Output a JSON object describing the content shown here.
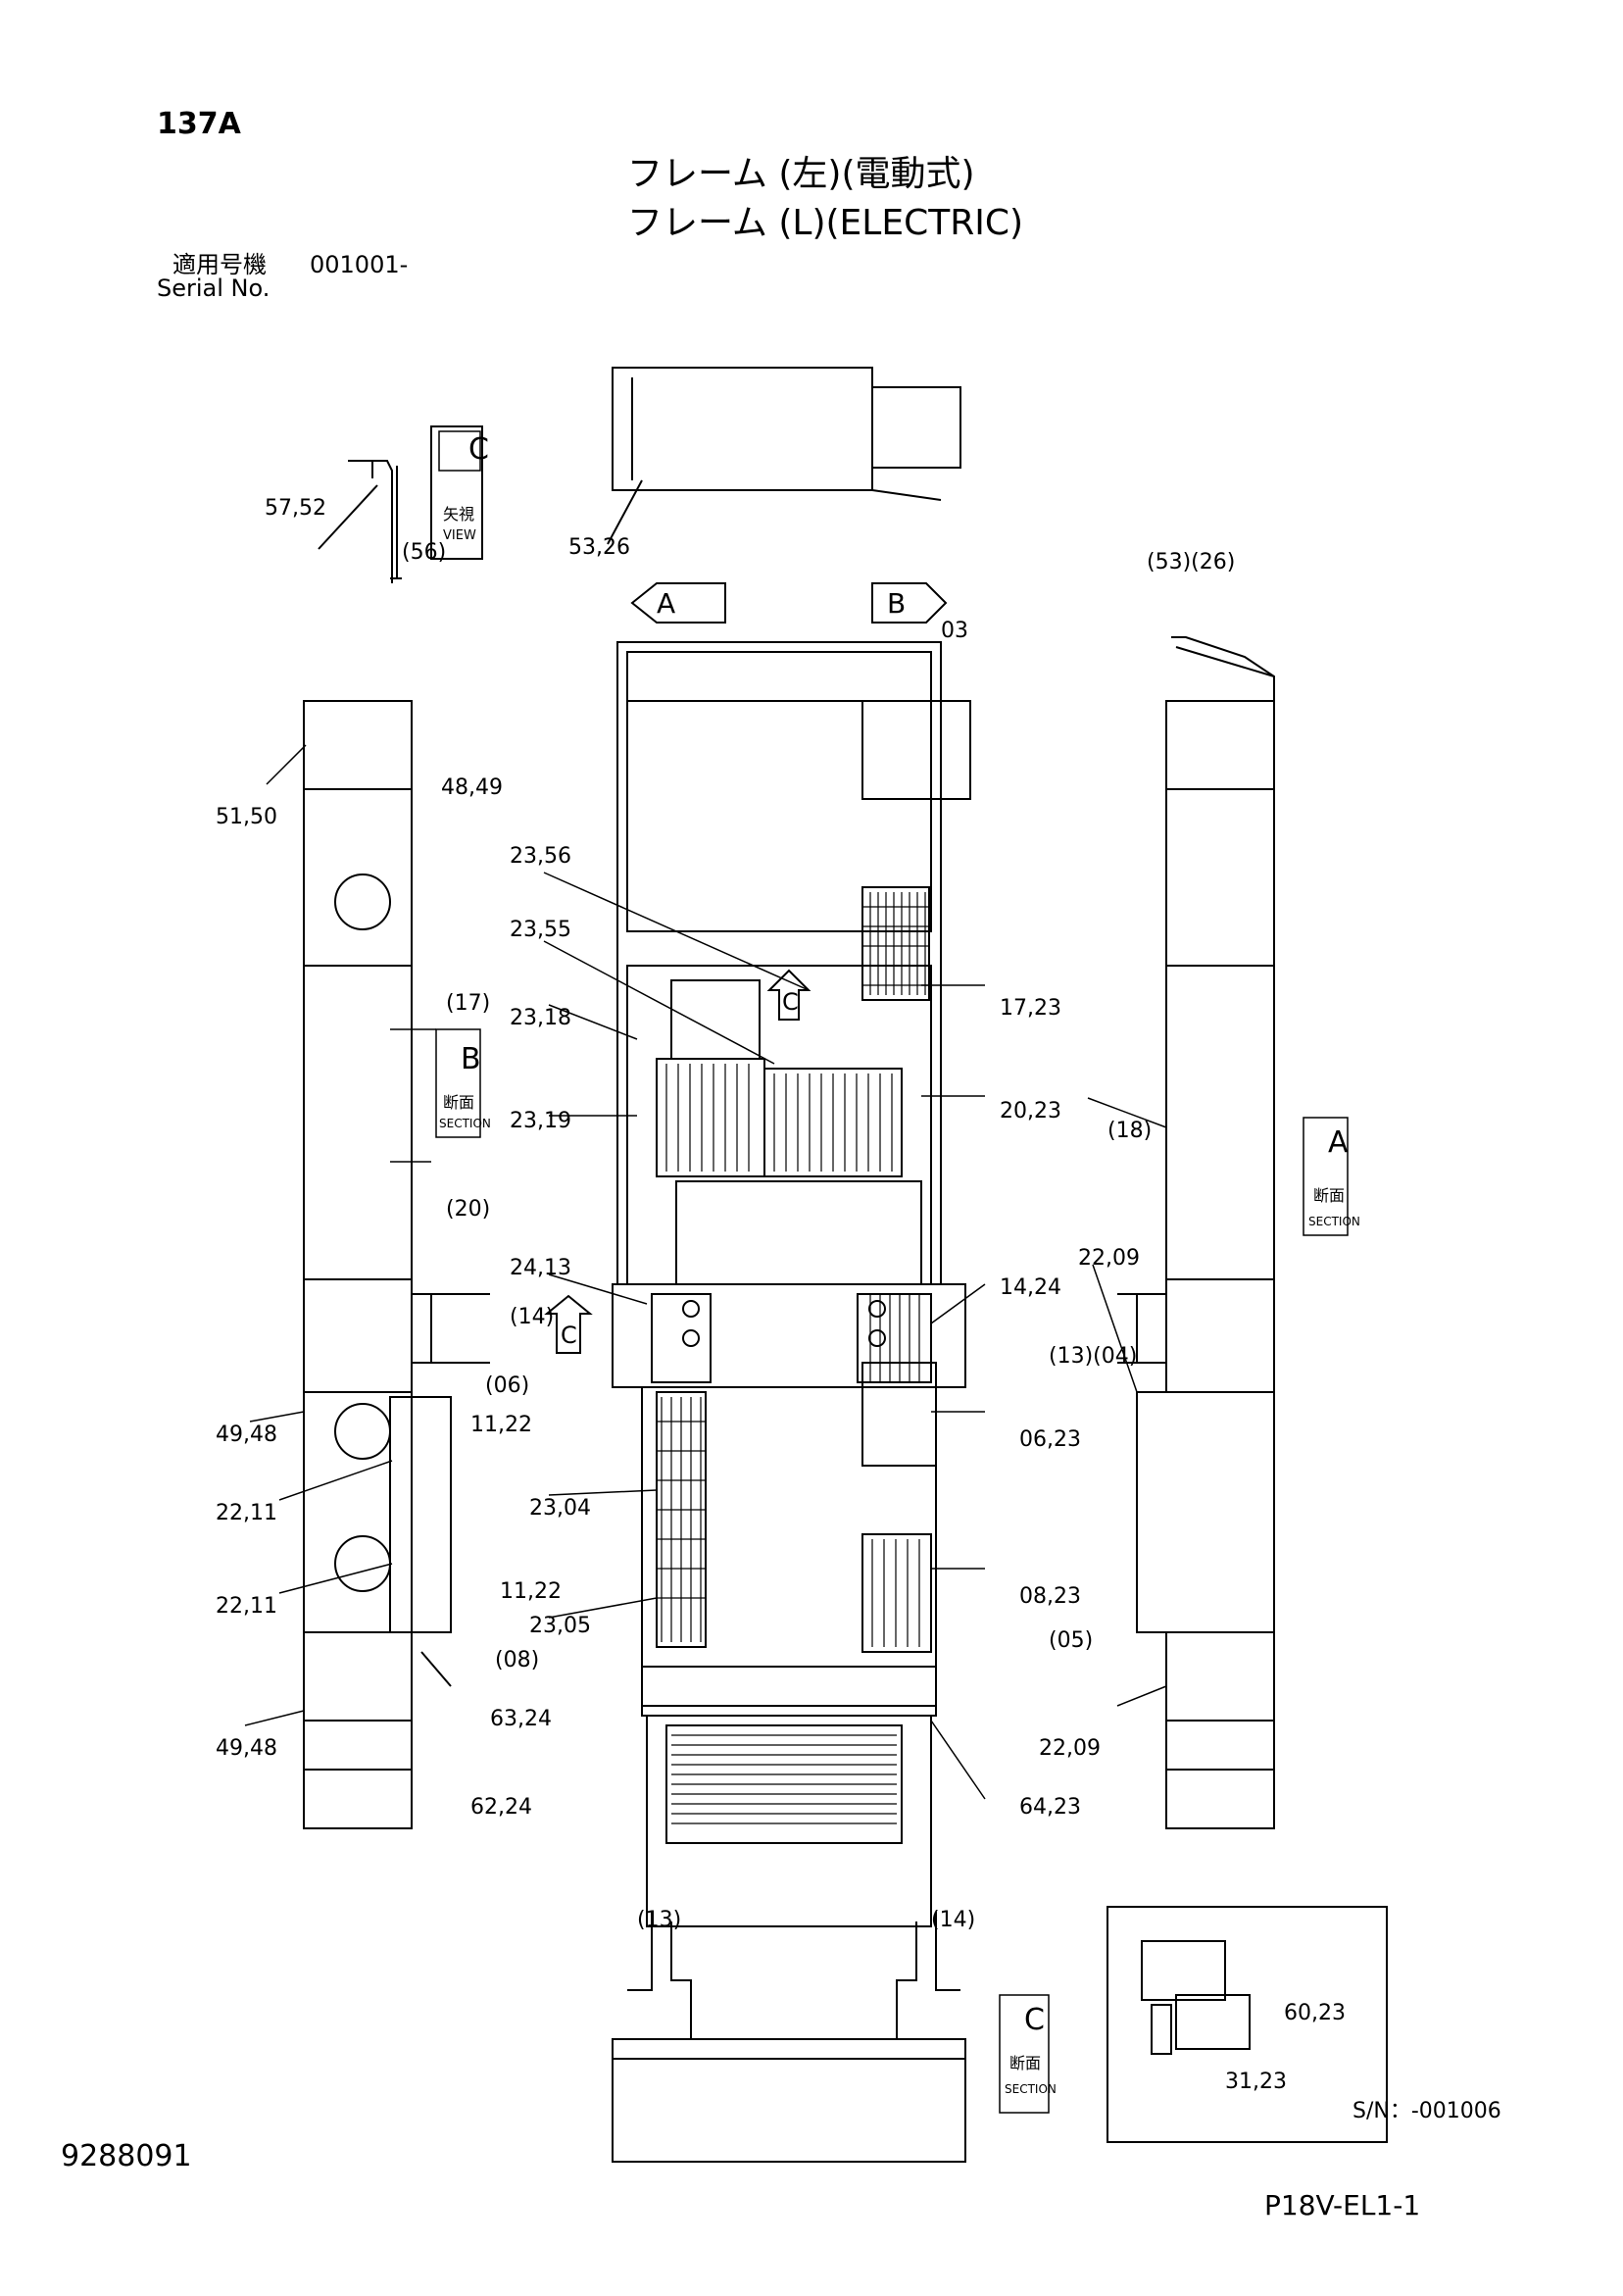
{
  "header": {
    "page_id": "137A",
    "title_ja": "フレーム (左)(電動式)",
    "title_en": "フレーム (L)(ELECTRIC)",
    "serial_label_ja": "適用号機",
    "serial_value": "001001-",
    "serial_label_en": "Serial No."
  },
  "footer": {
    "doc_number": "9288091",
    "sheet_code": "P18V-EL1-1"
  },
  "views": {
    "view_c": {
      "ja": "矢視",
      "en": "VIEW",
      "letter": "C"
    },
    "section_a": {
      "ja": "断面",
      "en": "SECTION",
      "letter": "A"
    },
    "section_b": {
      "ja": "断面",
      "en": "SECTION",
      "letter": "B"
    },
    "section_c": {
      "ja": "断面",
      "en": "SECTION",
      "letter": "C"
    },
    "arrow_a": "A",
    "arrow_b": "B",
    "arrow_c_side": "C",
    "arrow_c_main": "C"
  },
  "inset": {
    "serial_range": "S/N：-001006"
  },
  "callouts": {
    "c57_52": "57,52",
    "c56": "(56)",
    "c53_26": "53,26",
    "c53_26p": "(53)(26)",
    "c03": "03",
    "c51_50": "51,50",
    "c48_49": "48,49",
    "c23_56": "23,56",
    "c23_55": "23,55",
    "c23_18": "23,18",
    "c23_19": "23,19",
    "c17": "(17)",
    "c20": "(20)",
    "c17_23": "17,23",
    "c20_23": "20,23",
    "c18": "(18)",
    "c24_13": "24,13",
    "c14_24": "14,24",
    "c14p": "(14)",
    "c06p": "(06)",
    "c22_09": "22,09",
    "c13_04p": "(13)(04)",
    "c49_48a": "49,48",
    "c11_22a": "11,22",
    "c22_11a": "22,11",
    "c23_04": "23,04",
    "c06_23": "06,23",
    "c22_11b": "22,11",
    "c11_22b": "11,22",
    "c23_05": "23,05",
    "c08_23": "08,23",
    "c05p": "(05)",
    "c08p": "(08)",
    "c63_24": "63,24",
    "c49_48b": "49,48",
    "c62_24": "62,24",
    "c64_23": "64,23",
    "c22_09b": "22,09",
    "c13p": "(13)",
    "c14pb": "(14)",
    "c60_23": "60,23",
    "c31_23": "31,23"
  }
}
